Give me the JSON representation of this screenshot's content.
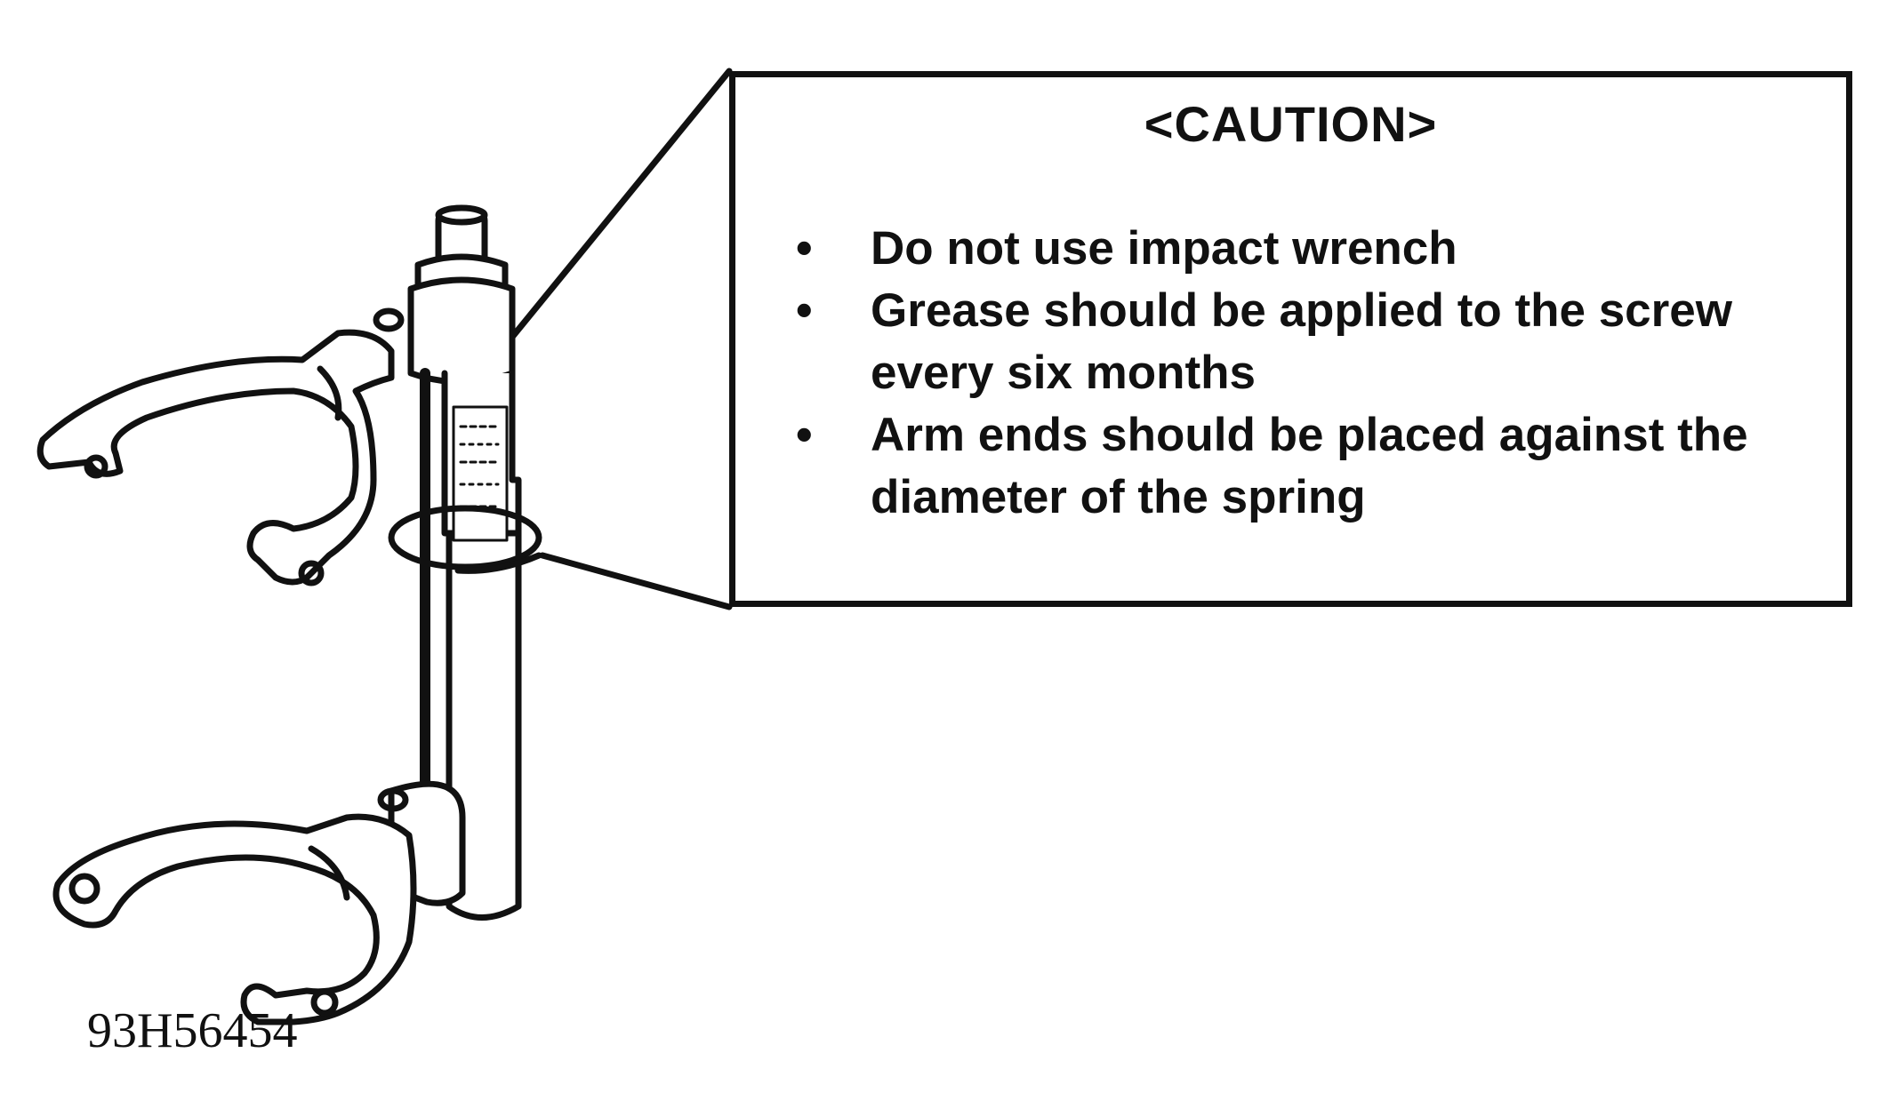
{
  "caution": {
    "title": "<CAUTION>",
    "items": [
      "Do not use impact wrench",
      "Grease should be applied to the screw every six months",
      "Arm ends should be placed against the diameter of the spring"
    ],
    "bullet": "•"
  },
  "figure": {
    "id": "93H56454"
  },
  "colors": {
    "ink": "#111111",
    "background": "#ffffff"
  }
}
